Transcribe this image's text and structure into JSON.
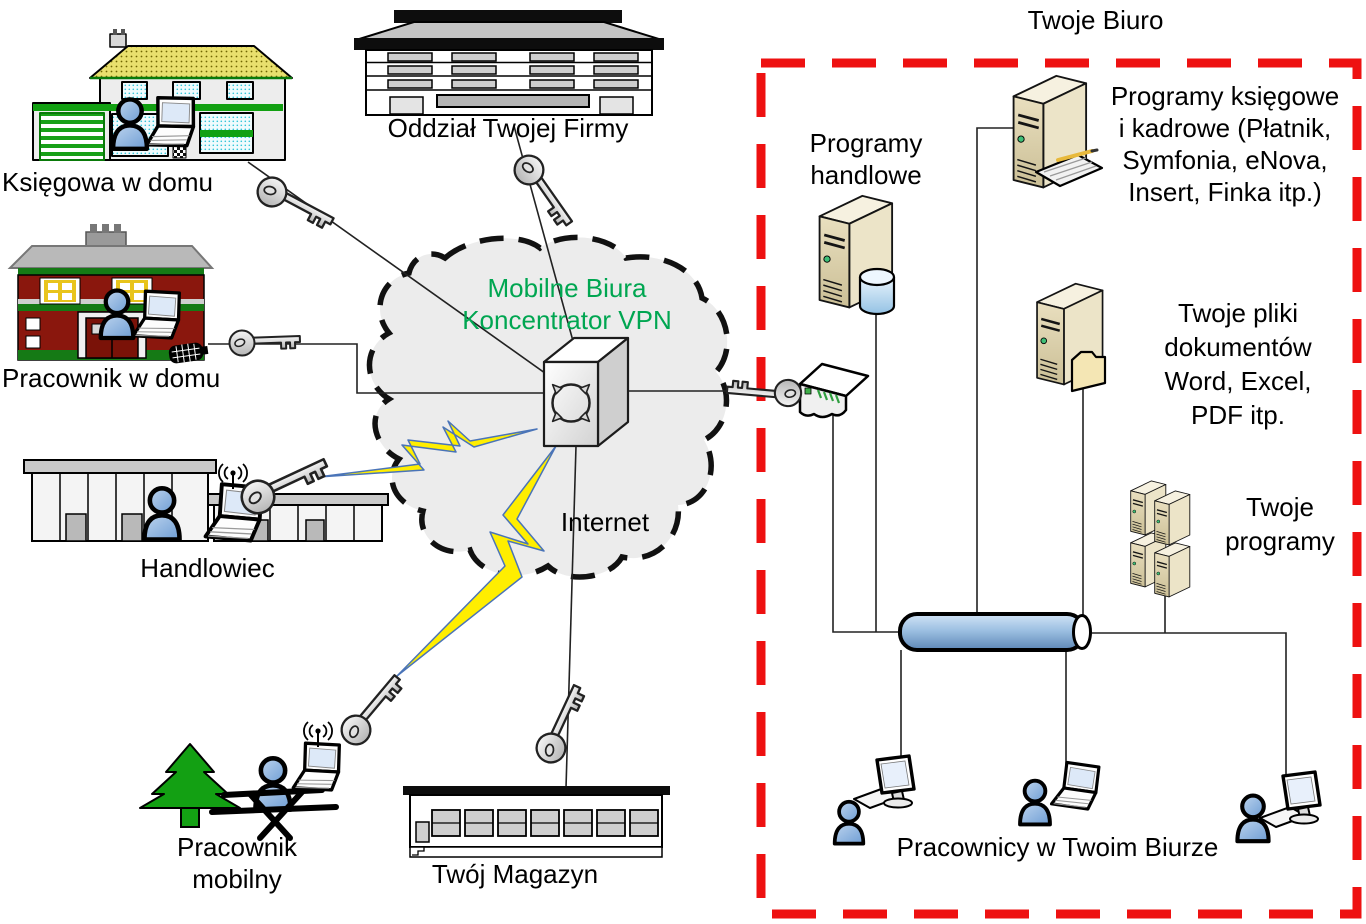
{
  "diagram": {
    "office": {
      "title": "Twoje Biuro",
      "servers": {
        "handlowe": {
          "lines": [
            "Programy",
            "handlowe"
          ]
        },
        "ksiegowe": {
          "lines": [
            "Programy księgowe",
            "i kadrowe (Płatnik,",
            "Symfonia, eNova,",
            "Insert, Finka itp.)"
          ]
        },
        "pliki": {
          "lines": [
            "Twoje pliki",
            "dokumentów",
            "Word, Excel,",
            "PDF itp."
          ]
        },
        "programy": {
          "lines": [
            "Twoje",
            "programy"
          ]
        }
      },
      "workstations_label": "Pracownicy w Twoim Biurze"
    },
    "cloud": {
      "lines": [
        "Mobilne Biura",
        "Koncentrator VPN"
      ],
      "internet_label": "Internet"
    },
    "sites": {
      "ksiegowa": {
        "label": "Księgowa w domu"
      },
      "oddzial": {
        "label": "Oddział Twojej Firmy"
      },
      "pracownik_domu": {
        "label": "Pracownik w domu"
      },
      "handlowiec": {
        "label": "Handlowiec"
      },
      "pracownik_mobilny": {
        "lines": [
          "Pracownik",
          "mobilny"
        ]
      },
      "magazyn": {
        "label": "Twój Magazyn"
      }
    },
    "colors": {
      "cloud_fill": "#ececec",
      "cloud_text": "#00a651",
      "office_border": "#ee1111",
      "lightning": "#ffee00",
      "person": "#8fb6de",
      "bus_cylinder": "#8fb4da",
      "server_case": "#ded2ac",
      "key": "#d9d9d9"
    }
  }
}
